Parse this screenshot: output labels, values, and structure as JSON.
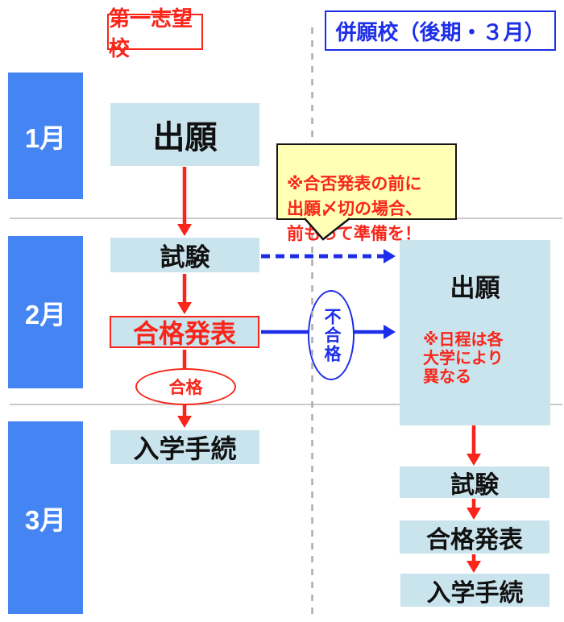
{
  "headers": {
    "first_choice": "第一志望校",
    "backup": "併願校（後期・３月）"
  },
  "months": [
    "1月",
    "2月",
    "3月"
  ],
  "left_flow": {
    "apply": "出願",
    "exam": "試験",
    "announce": "合格発表",
    "enroll": "入学手続",
    "pass_label": "合格"
  },
  "right_flow": {
    "apply": "出願",
    "apply_note": "※日程は各\n大学により\n異なる",
    "exam": "試験",
    "announce": "合格発表",
    "enroll": "入学手続",
    "fail_label": "不合格"
  },
  "callout": {
    "text": "※合否発表の前に\n出願〆切の場合、\n前もって準備を！"
  },
  "colors": {
    "month_blue": "#4584F3",
    "box_light_blue": "#C9E4ED",
    "red": "#F9251A",
    "blue": "#1D2EE8",
    "callout_yellow": "#FFFFB5",
    "divider_gray": "#C9C9C9",
    "dashed_gray": "#ACACAC"
  }
}
